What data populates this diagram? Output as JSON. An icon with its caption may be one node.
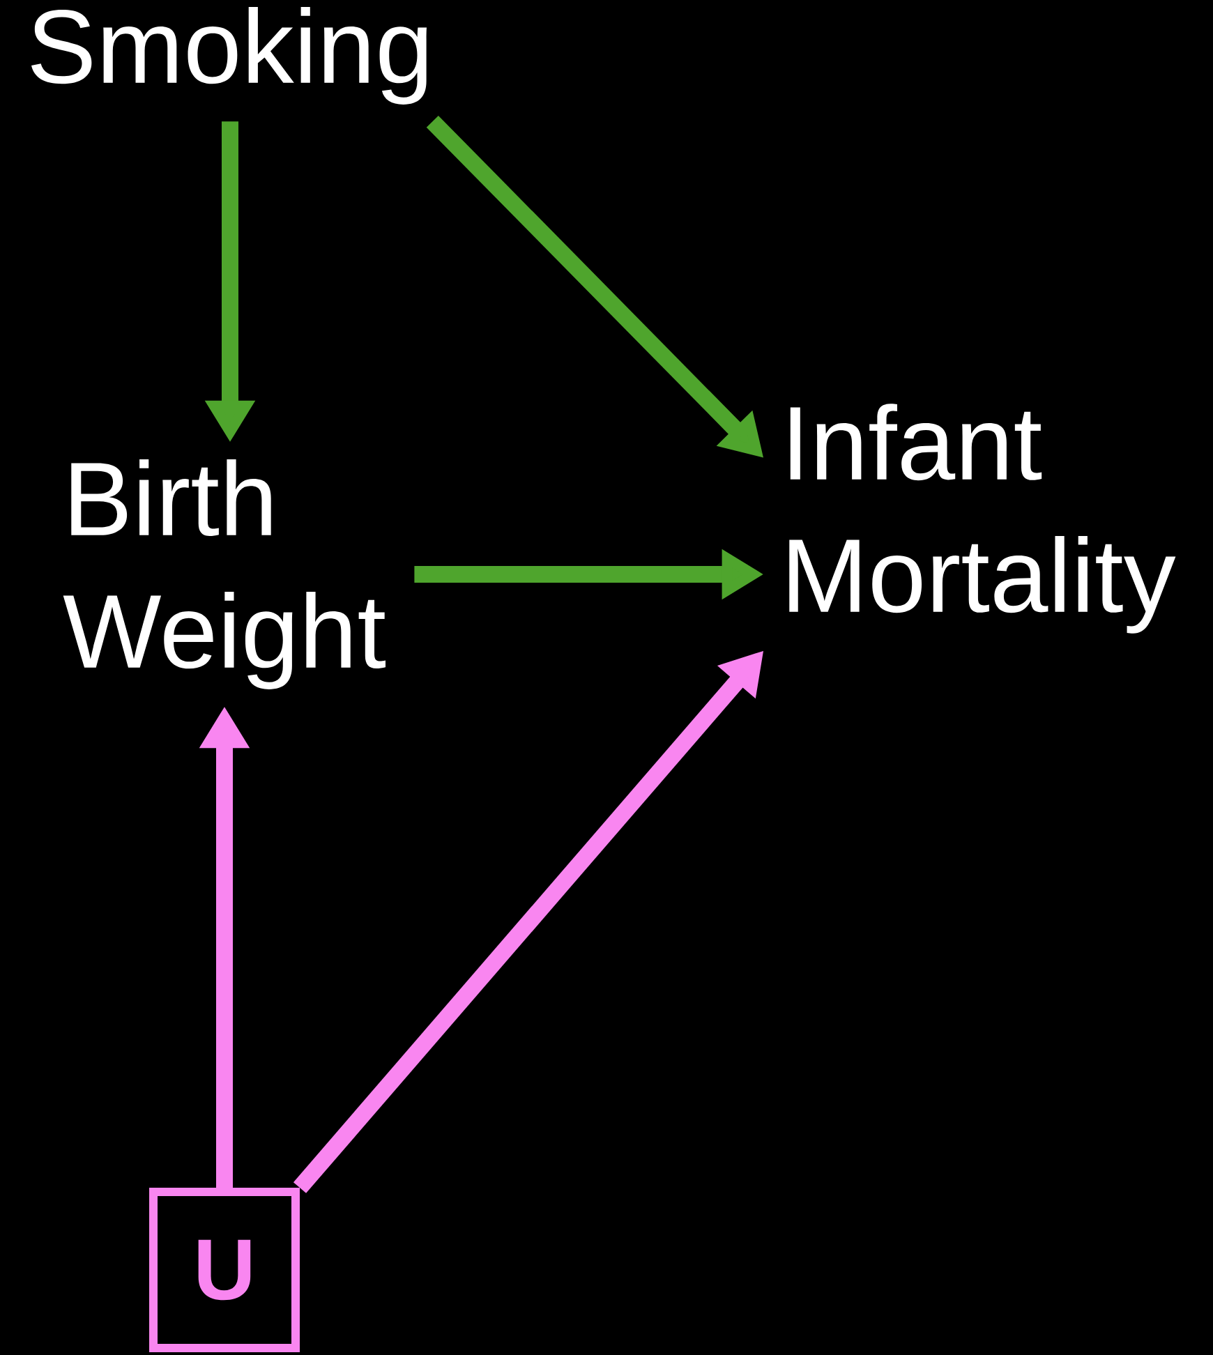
{
  "diagram": {
    "nodes": [
      {
        "text": [
          "Smoking"
        ]
      },
      {
        "text": [
          "Birth Weight"
        ]
      },
      {
        "text": [
          "Infant Mortality"
        ]
      },
      {
        "text": [
          "U"
        ]
      }
    ],
    "edges": [
      {
        "from": 0,
        "to": 1,
        "arrow": "to"
      },
      {
        "from": 0,
        "to": 2,
        "arrow": "to"
      },
      {
        "from": 1,
        "to": 2,
        "arrow": "to"
      },
      {
        "from": 3,
        "to": 1,
        "arrow": "to",
        "color": "#f986f0"
      },
      {
        "from": 3,
        "to": 2,
        "arrow": "to",
        "color": "#f986f0"
      }
    ]
  }
}
